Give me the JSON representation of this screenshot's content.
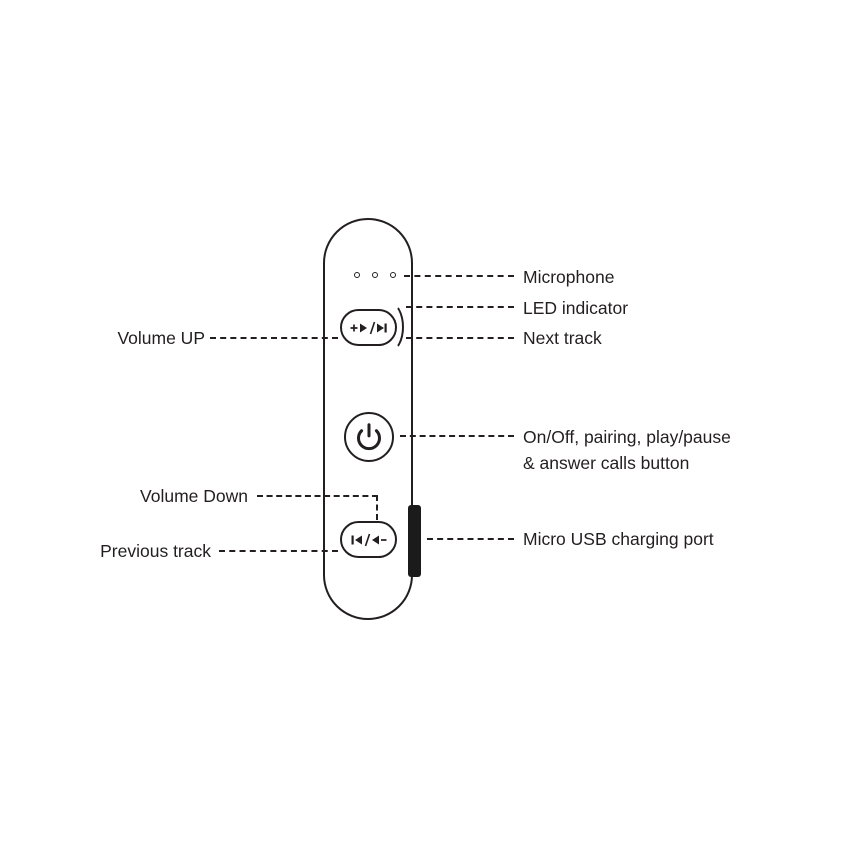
{
  "diagram": {
    "subject": "wireless headset inline control panel",
    "colors": {
      "ink": "#231f20",
      "background": "#ffffff",
      "usb_port_fill": "#1b1b1b"
    },
    "labels": {
      "microphone": "Microphone",
      "led_indicator": "LED indicator",
      "volume_up": "Volume UP",
      "next_track": "Next track",
      "power_line1": "On/Off, pairing, play/pause",
      "power_line2": "& answer calls button",
      "volume_down": "Volume Down",
      "previous_track": "Previous track",
      "usb": "Micro USB charging port"
    },
    "icons": {
      "top_button": "volume-up-plus-play / next-track",
      "power_button": "power-symbol",
      "bottom_button": "previous-track / play-minus-volume-down",
      "microphone": "three-holes"
    }
  }
}
